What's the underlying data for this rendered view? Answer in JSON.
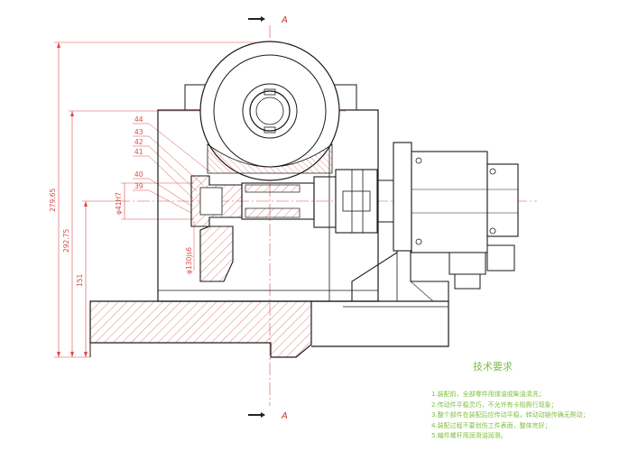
{
  "section_marks": {
    "top": "A",
    "bottom": "A"
  },
  "dimensions": {
    "overall_height": "279.65",
    "center_height": "292.75",
    "base_height": "151",
    "shaft_fit": "φ41H7",
    "bore_fit": "φ130js6"
  },
  "part_labels": [
    "44",
    "43",
    "42",
    "41",
    "40",
    "39"
  ],
  "technical_requirements": {
    "title": "技术要求",
    "items": [
      "1.装配前，全部零件用煤油或柴油清洗；",
      "2.传动件平稳灵巧，不允许有卡阻爬行现象；",
      "3.整个部件在装配后应传动平稳，转动动链传确无爬动；",
      "4.装配过程不要划伤工件表面，整体完好；",
      "5.编件螺杆用润滑油润滑。"
    ]
  },
  "colors": {
    "outline": "#1a1a1a",
    "dimension": "#d94a4a",
    "hatch": "#d94a4a",
    "notes": "#7fbf3f"
  }
}
